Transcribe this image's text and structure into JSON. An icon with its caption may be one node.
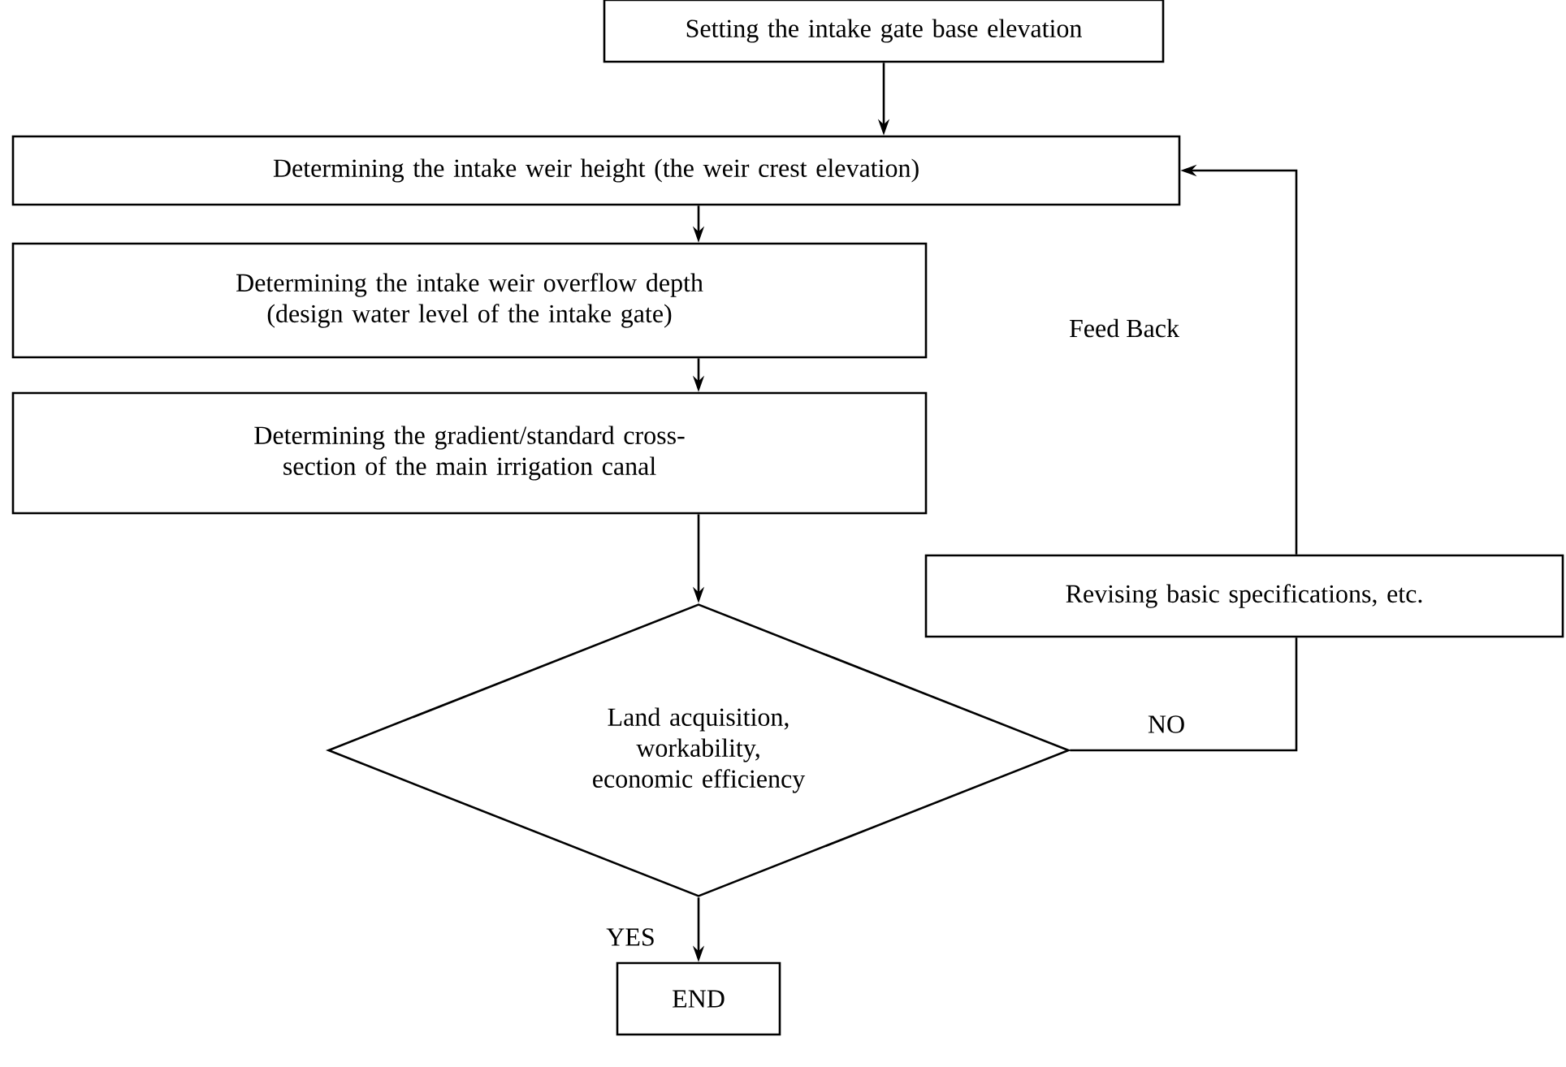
{
  "diagram": {
    "nodes": [
      {
        "text": [
          "Setting the intake gate base elevation"
        ]
      },
      {
        "text": [
          "Determining the intake weir height (the weir crest elevation)"
        ]
      },
      {
        "text": [
          "Determining the intake weir overflow depth (design water level of the intake gate)"
        ]
      },
      {
        "text": [
          "Determining the gradient/standard cross-section of the main irrigation canal"
        ]
      },
      {
        "text": [
          "Land acquisition, workability, economic efficiency"
        ]
      },
      {
        "text": [
          "END"
        ]
      },
      {
        "text": [
          "Revising basic specifications, etc."
        ]
      }
    ],
    "edges": [
      {
        "from": 0,
        "to": 1,
        "arrow": "to"
      },
      {
        "from": 1,
        "to": 2,
        "arrow": "to"
      },
      {
        "from": 2,
        "to": 3,
        "arrow": "to"
      },
      {
        "from": 3,
        "to": 4,
        "arrow": "to"
      },
      {
        "from": 4,
        "to": 5,
        "arrow": "to",
        "label": "YES"
      },
      {
        "from": 4,
        "to": 6,
        "arrow": "none",
        "label": "NO"
      },
      {
        "from": 6,
        "to": 1,
        "arrow": "to"
      }
    ],
    "labels": [
      "Feed Back"
    ]
  }
}
